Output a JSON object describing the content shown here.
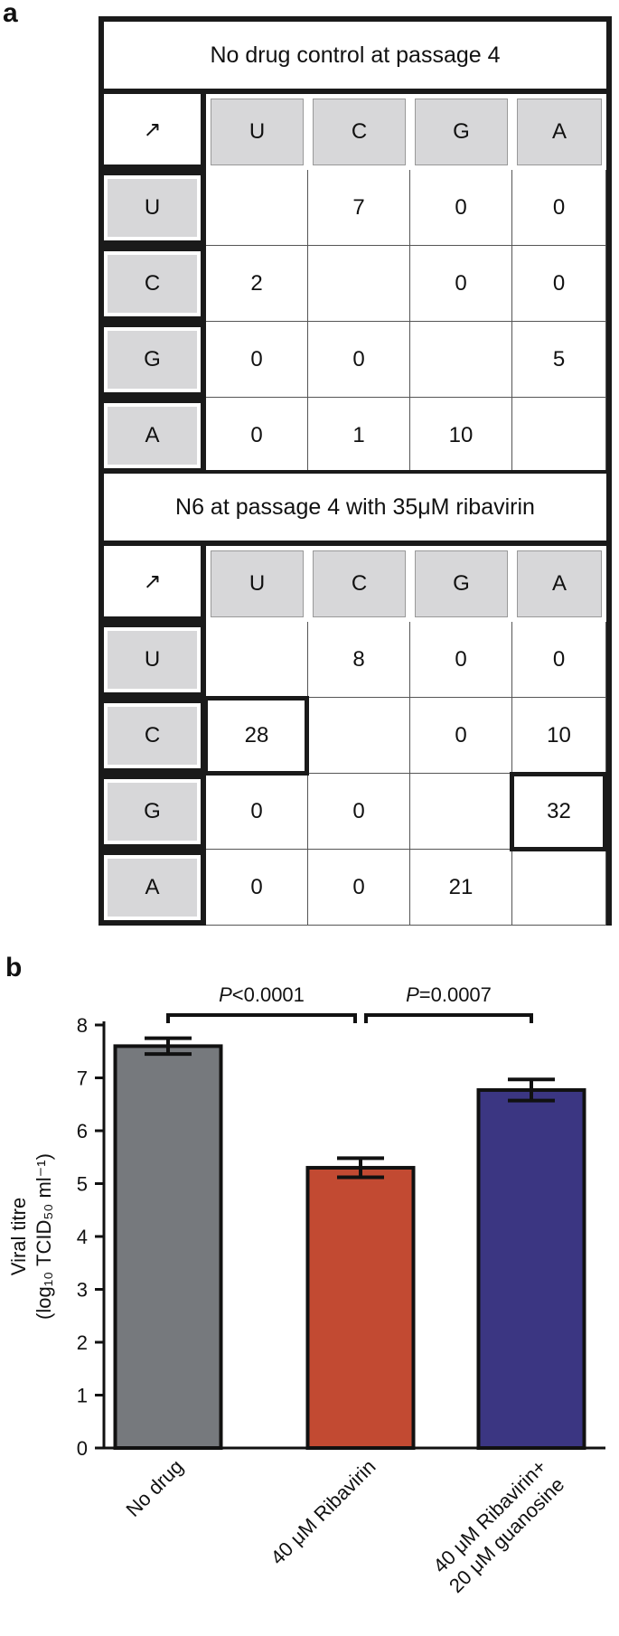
{
  "panel_a": {
    "letter": "a",
    "corner_symbol": "↗",
    "matrices": [
      {
        "title": "No drug control at passage 4",
        "columns": [
          "U",
          "C",
          "G",
          "A"
        ],
        "rows": [
          {
            "label": "U",
            "values": [
              "",
              "7",
              "0",
              "0"
            ]
          },
          {
            "label": "C",
            "values": [
              "2",
              "",
              "0",
              "0"
            ]
          },
          {
            "label": "G",
            "values": [
              "0",
              "0",
              "",
              "5"
            ]
          },
          {
            "label": "A",
            "values": [
              "0",
              "1",
              "10",
              ""
            ]
          }
        ]
      },
      {
        "title": "N6 at passage 4 with 35μM ribavirin",
        "columns": [
          "U",
          "C",
          "G",
          "A"
        ],
        "rows": [
          {
            "label": "U",
            "values": [
              "",
              "8",
              "0",
              "0"
            ]
          },
          {
            "label": "C",
            "values": [
              "28",
              "",
              "0",
              "10"
            ]
          },
          {
            "label": "G",
            "values": [
              "0",
              "0",
              "",
              "32"
            ]
          },
          {
            "label": "A",
            "values": [
              "0",
              "0",
              "21",
              ""
            ]
          }
        ],
        "highlighted_cells": [
          {
            "row": 1,
            "col": 0
          },
          {
            "row": 2,
            "col": 3
          }
        ]
      }
    ]
  },
  "panel_b": {
    "letter": "b"
  },
  "chart_data": {
    "type": "bar",
    "categories": [
      "No drug",
      "40 μM Ribavirin",
      "40 μM Ribavirin+\n20 μM guanosine"
    ],
    "values": [
      7.6,
      5.3,
      6.77
    ],
    "errors": [
      0.15,
      0.18,
      0.2
    ],
    "colors": [
      "#76797d",
      "#c24a32",
      "#3b3682"
    ],
    "ylabel_line1": "Viral titre",
    "ylabel_line2": "(log₁₀ TCID₅₀ ml⁻¹)",
    "ylim": [
      0,
      8
    ],
    "yticks": [
      0,
      1,
      2,
      3,
      4,
      5,
      6,
      7,
      8
    ],
    "significance": [
      {
        "from": 0,
        "to": 1,
        "label": "P<0.0001"
      },
      {
        "from": 1,
        "to": 2,
        "label": "P=0.0007"
      }
    ]
  }
}
